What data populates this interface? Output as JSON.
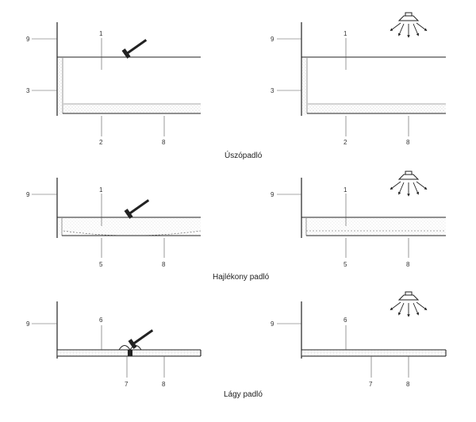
{
  "colors": {
    "line": "#222222",
    "leader": "#555555",
    "fill_dots": "#bbbbbb",
    "background": "#ffffff"
  },
  "icons": {
    "impact": "hammer-icon",
    "airborne": "loudspeaker-icon"
  },
  "captions": [
    "Úszópadló",
    "Hajlékony padló",
    "Lágy padló"
  ],
  "rows": [
    {
      "name": "floating-floor",
      "left": {
        "icon": "hammer-icon",
        "labels": {
          "top_left": "9",
          "top_mid": "1",
          "side": "3",
          "bottom_a": "2",
          "bottom_b": "8"
        }
      },
      "right": {
        "icon": "loudspeaker-icon",
        "labels": {
          "top_left": "9",
          "top_mid": "1",
          "side": "3",
          "bottom_a": "2",
          "bottom_b": "8"
        }
      }
    },
    {
      "name": "flexible-floor",
      "left": {
        "icon": "hammer-icon",
        "labels": {
          "top_left": "9",
          "top_mid": "1",
          "bottom_a": "5",
          "bottom_b": "8"
        }
      },
      "right": {
        "icon": "loudspeaker-icon",
        "labels": {
          "top_left": "9",
          "top_mid": "1",
          "bottom_a": "5",
          "bottom_b": "8"
        }
      }
    },
    {
      "name": "soft-floor",
      "left": {
        "icon": "hammer-icon",
        "labels": {
          "top_left": "9",
          "top_mid": "6",
          "bottom_a": "7",
          "bottom_b": "8"
        }
      },
      "right": {
        "icon": "loudspeaker-icon",
        "labels": {
          "top_left": "9",
          "top_mid": "6",
          "bottom_a": "7",
          "bottom_b": "8"
        }
      }
    }
  ]
}
